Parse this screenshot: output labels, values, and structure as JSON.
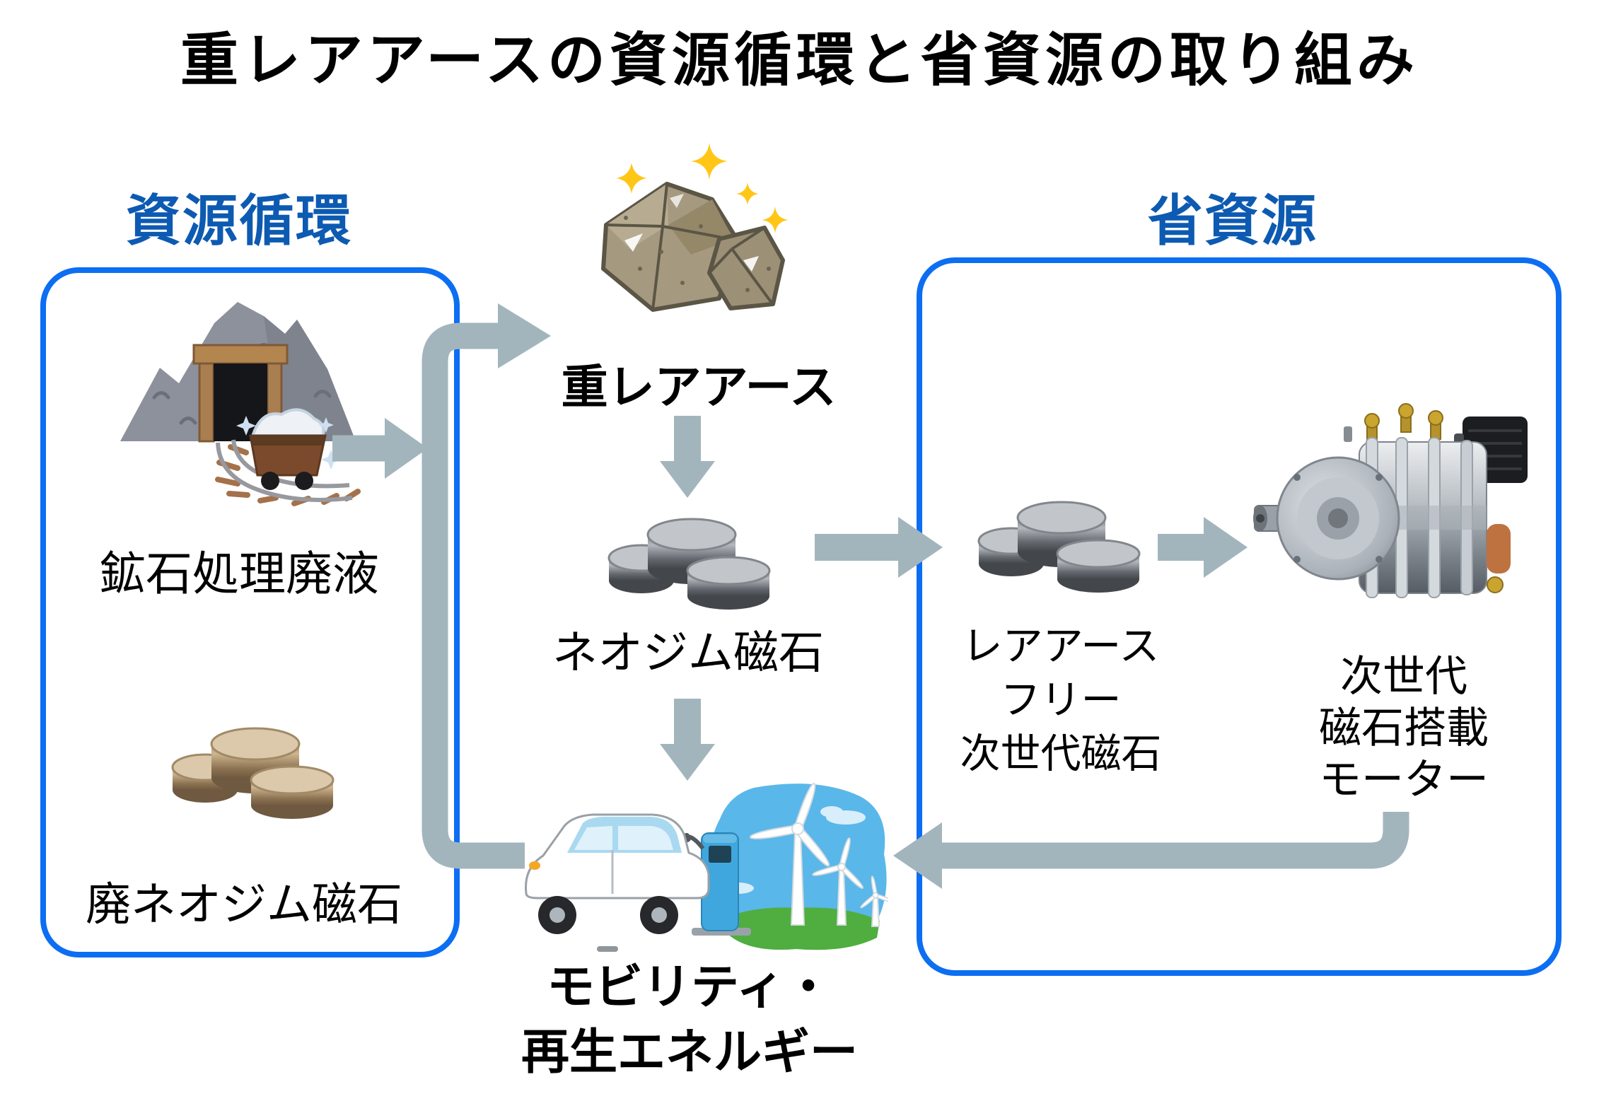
{
  "title": "重レアアースの資源循環と省資源の取り組み",
  "sections": {
    "recycle": {
      "label": "資源循環"
    },
    "saving": {
      "label": "省資源"
    }
  },
  "nodes": {
    "mine": {
      "label": "鉱石処理廃液",
      "icon": "mine-cart-icon"
    },
    "waste_magnet": {
      "label": "廃ネオジム磁石",
      "icon": "beige-magnet-discs-icon"
    },
    "heavy_rare_earth": {
      "label": "重レアアース",
      "icon": "ore-rock-icon"
    },
    "neodymium_magnet": {
      "label": "ネオジム磁石",
      "icon": "silver-magnet-discs-icon"
    },
    "mobility": {
      "label_lines": [
        "モビリティ・",
        "再生エネルギー"
      ],
      "icon": "ev-charging-wind-icon"
    },
    "rare_earth_free": {
      "label_lines": [
        "レアアース",
        "フリー",
        "次世代磁石"
      ],
      "icon": "silver-magnet-discs-icon"
    },
    "next_gen_motor": {
      "label_lines": [
        "次世代",
        "磁石搭載",
        "モーター"
      ],
      "icon": "motor-photo-icon"
    }
  },
  "arrows": [
    {
      "id": "mine-to-loop",
      "from": "鉱石処理廃液",
      "to": "資源循環ループ"
    },
    {
      "id": "recycle-loop",
      "from": "モビリティ・再生エネルギー",
      "to": "重レアアース"
    },
    {
      "id": "ore-to-magnet",
      "from": "重レアアース",
      "to": "ネオジム磁石"
    },
    {
      "id": "magnet-to-mobility",
      "from": "ネオジム磁石",
      "to": "モビリティ・再生エネルギー"
    },
    {
      "id": "magnet-to-free-magnet",
      "from": "ネオジム磁石",
      "to": "レアアースフリー次世代磁石"
    },
    {
      "id": "free-magnet-to-motor",
      "from": "レアアースフリー次世代磁石",
      "to": "次世代磁石搭載モーター"
    },
    {
      "id": "motor-to-mobility",
      "from": "次世代磁石搭載モーター",
      "to": "モビリティ・再生エネルギー"
    }
  ],
  "colors": {
    "title_color": "#000000",
    "section_label": "#0d5ab2",
    "box_border": "#0c6ef2",
    "arrow": "#a3b5bc"
  }
}
